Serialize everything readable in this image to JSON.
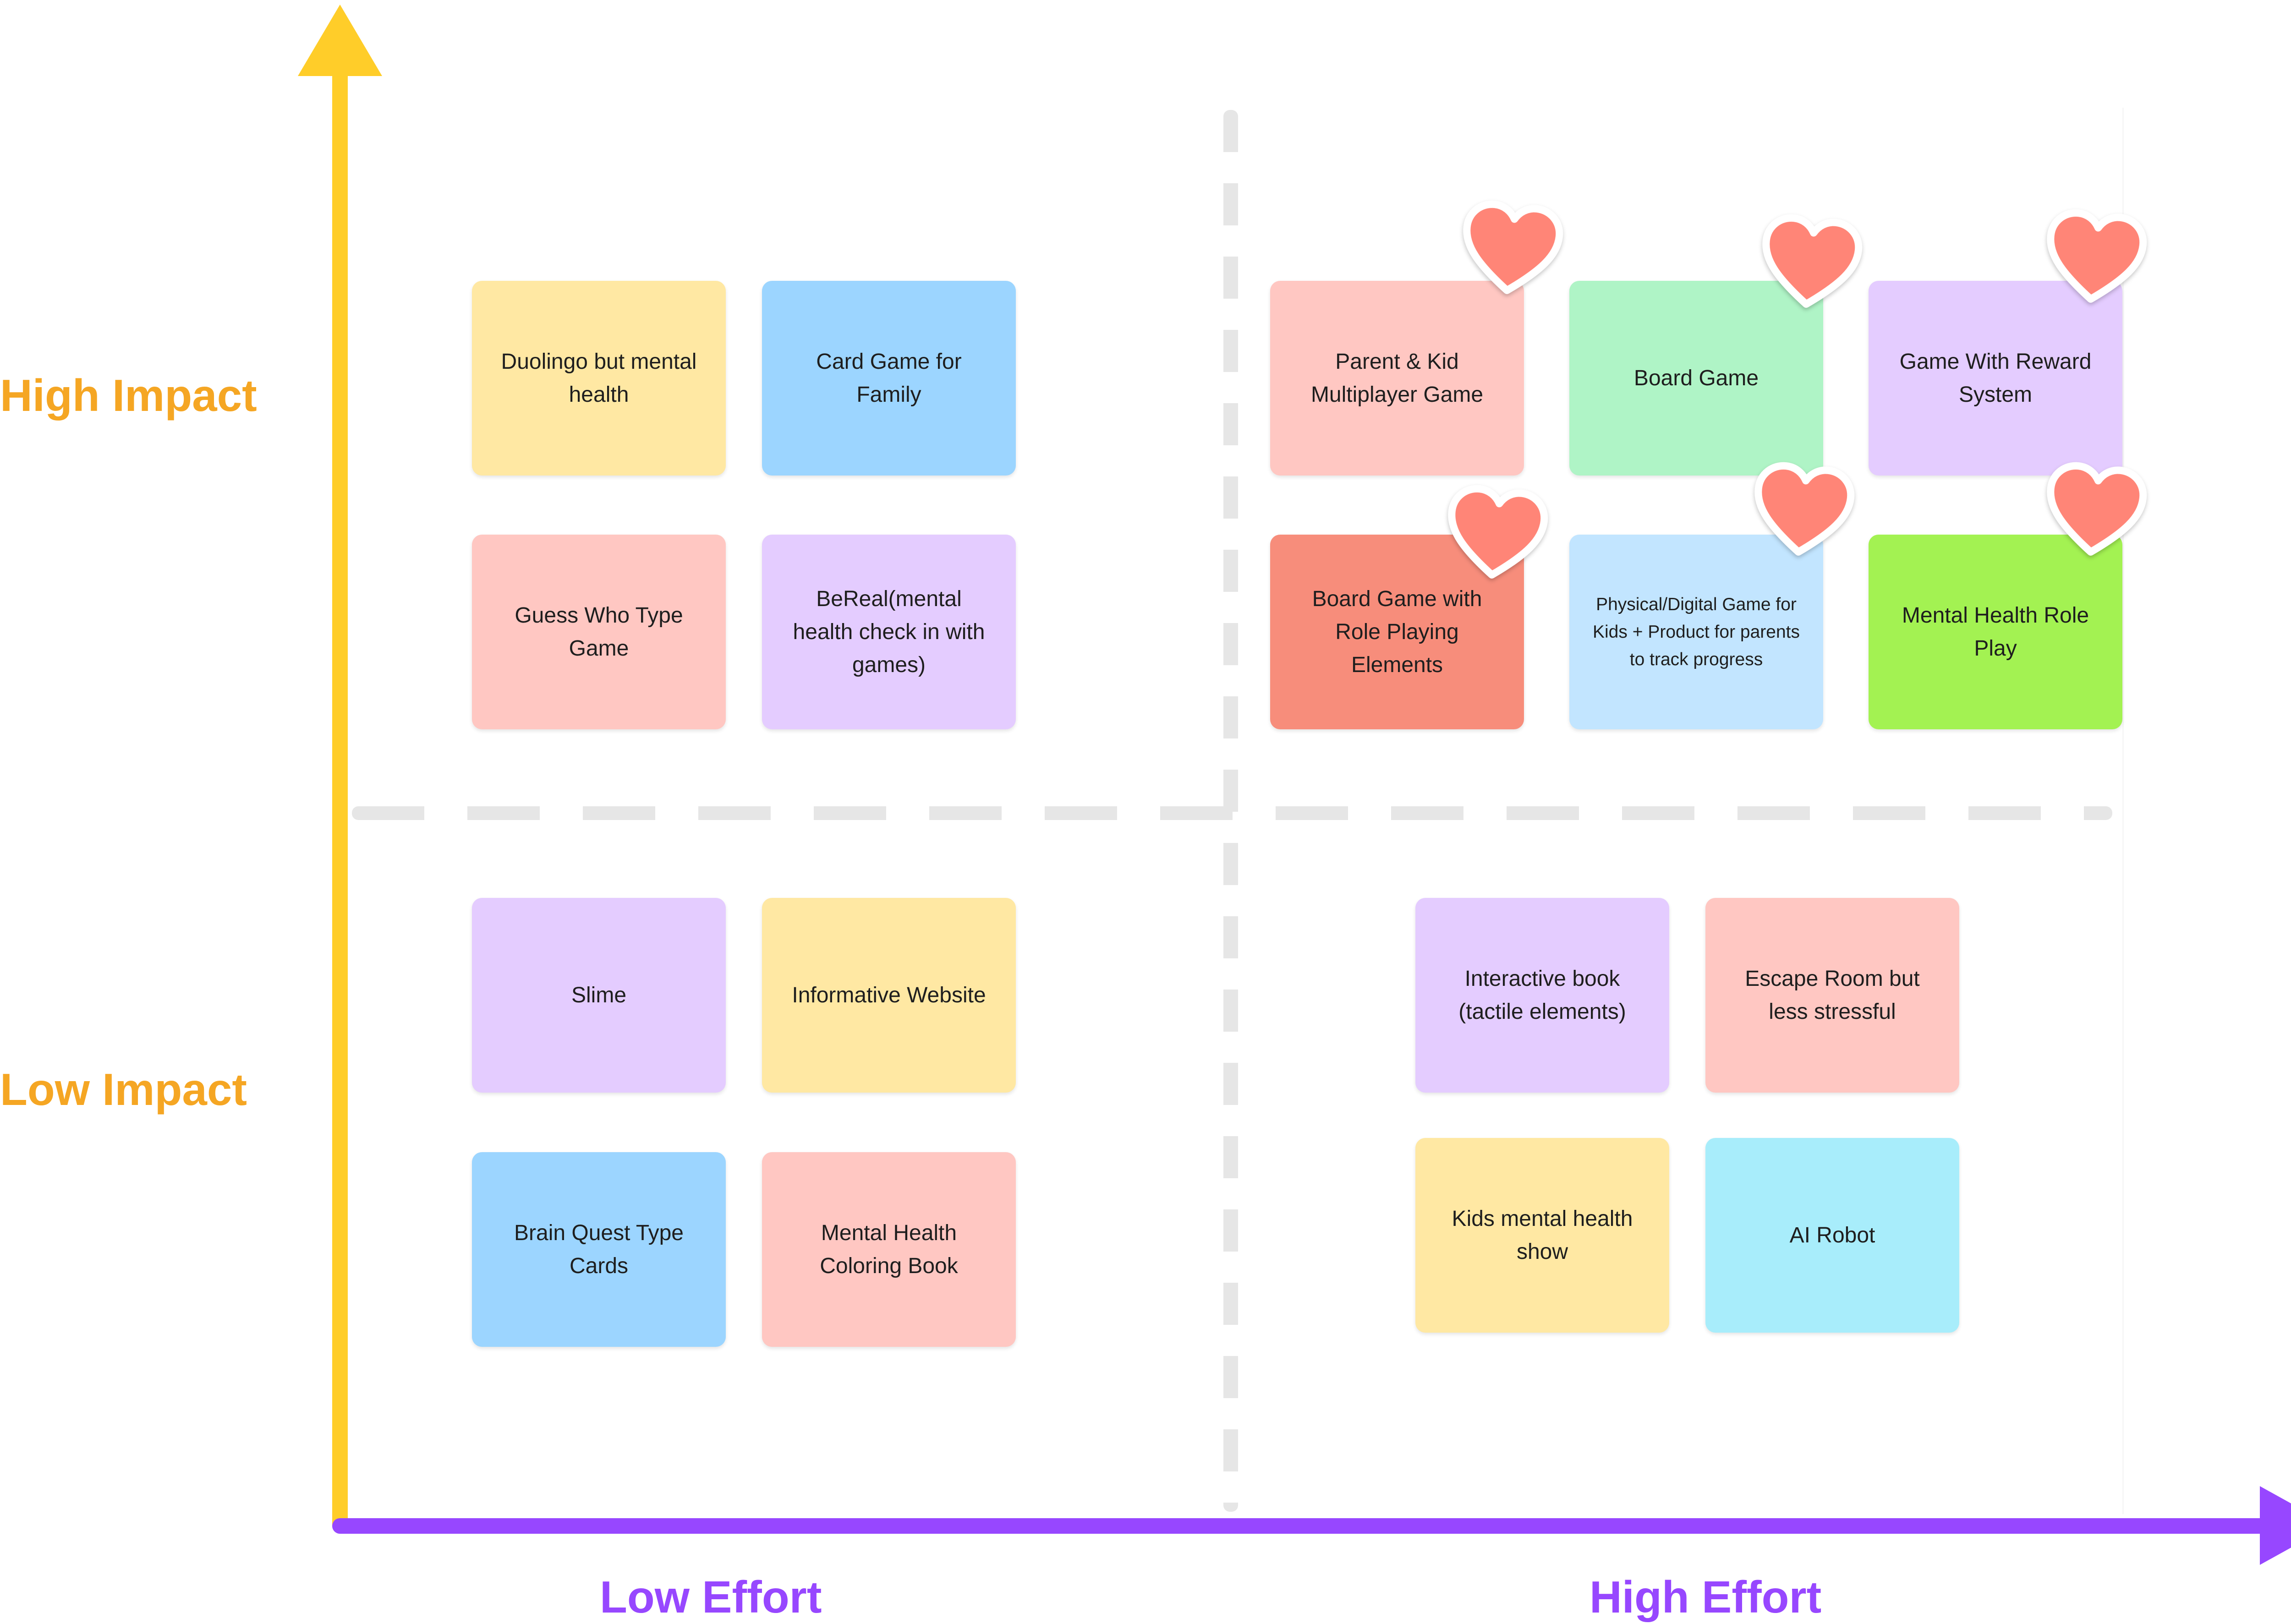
{
  "colors": {
    "impact_axis": "#ffcd29",
    "effort_axis": "#9747ff",
    "impact_label": "#f5a623",
    "effort_label": "#9747ff",
    "divider": "#e6e6e6",
    "heart_fill": "#ff8577",
    "heart_outline": "#ffffff"
  },
  "axes": {
    "y_top_label": "High Impact",
    "y_bottom_label": "Low Impact",
    "x_left_label": "Low Effort",
    "x_right_label": "High Effort"
  },
  "quadrants": {
    "high_impact_low_effort": [
      {
        "text": "Duolingo but mental health",
        "color": "#ffe8a3"
      },
      {
        "text": "Card Game for Family",
        "color": "#9cd5ff"
      },
      {
        "text": "Guess Who Type Game",
        "color": "#ffc7c2"
      },
      {
        "text": "BeReal(mental health check in with games)",
        "color": "#e4ccff"
      }
    ],
    "high_impact_high_effort": [
      {
        "text": "Parent & Kid Multiplayer Game",
        "color": "#ffc7c2",
        "icon": "heart-icon"
      },
      {
        "text": "Board Game",
        "color": "#aff4c6",
        "icon": "heart-icon"
      },
      {
        "text": "Game With Reward System",
        "color": "#e4ccff",
        "icon": "heart-icon"
      },
      {
        "text": "Board Game with Role Playing Elements",
        "color": "#f78d7b",
        "icon": "heart-icon"
      },
      {
        "text": "Physical/Digital Game for Kids + Product for parents to track progress",
        "color": "#c2e5ff",
        "icon": "heart-icon"
      },
      {
        "text": "Mental Health Role Play",
        "color": "#a3f252",
        "icon": "heart-icon"
      }
    ],
    "low_impact_low_effort": [
      {
        "text": "Slime",
        "color": "#e4ccff"
      },
      {
        "text": "Informative Website",
        "color": "#ffe8a3"
      },
      {
        "text": "Brain Quest Type Cards",
        "color": "#9cd5ff"
      },
      {
        "text": "Mental Health Coloring Book",
        "color": "#ffc7c2"
      }
    ],
    "low_impact_high_effort": [
      {
        "text": "Interactive book (tactile elements)",
        "color": "#e4ccff"
      },
      {
        "text": "Escape Room but less stressful",
        "color": "#ffc7c2"
      },
      {
        "text": "Kids mental health show",
        "color": "#ffe8a3"
      },
      {
        "text": "AI Robot",
        "color": "#a8edfb"
      }
    ]
  }
}
